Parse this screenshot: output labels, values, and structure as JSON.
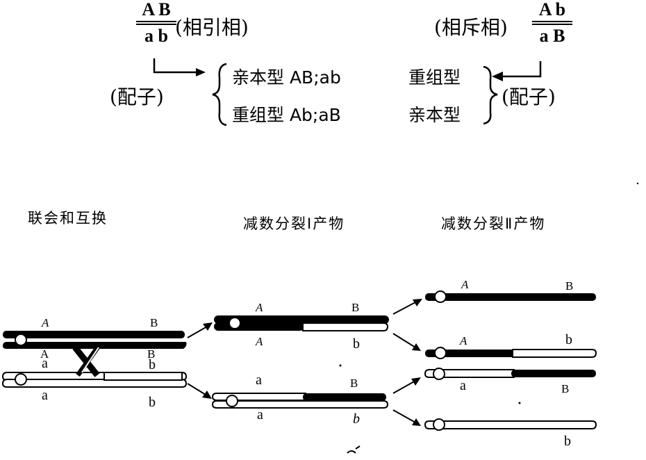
{
  "top": {
    "left_fraction": {
      "num": "A B",
      "den": "a b"
    },
    "left_phase": "(相引相)",
    "right_phase": "(相斥相)",
    "right_fraction": {
      "num": "A b",
      "den": "a B"
    },
    "gamete_left": "(配子)",
    "gamete_right": "(配子)",
    "row1_left": "亲本型 AB;ab",
    "row1_right": "重组型",
    "row2_left": "重组型 Ab;aB",
    "row2_right": "亲本型"
  },
  "headings": {
    "synapsis": "联会和互换",
    "meiosis1": "减数分裂Ⅰ产物",
    "meiosis2": "减数分裂Ⅱ产物"
  },
  "labels": {
    "syn": {
      "A_top": "A",
      "B_top": "B",
      "A_2": "A",
      "B_2": "B",
      "a_3": "a",
      "b_3": "b",
      "a_bottom": "a",
      "b_bottom": "b"
    },
    "m1_top": {
      "A_up": "A",
      "B_up": "B",
      "A_down": "A",
      "b_down": "b"
    },
    "m1_bottom": {
      "a_up": "a",
      "B_up": "B",
      "a_down": "a",
      "b_down": "b"
    },
    "m2": {
      "A1": "A",
      "B1": "B",
      "A2": "A",
      "b2": "b",
      "a3": "a",
      "B3": "B",
      "b4": "b"
    }
  },
  "colors": {
    "ink": "#000000",
    "paper": "#ffffff"
  }
}
